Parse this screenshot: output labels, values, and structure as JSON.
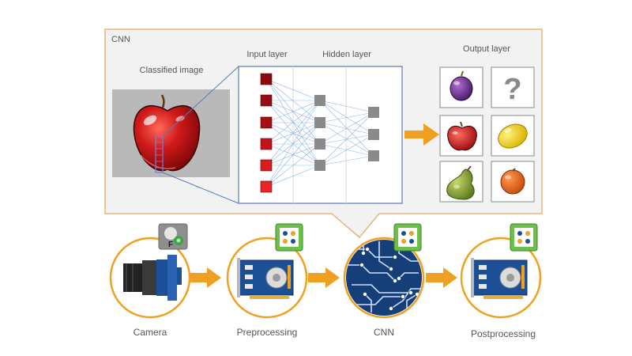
{
  "panel": {
    "title": "CNN",
    "classified_label": "Classified image",
    "input_layer_label": "Input layer",
    "hidden_layer_label": "Hidden layer",
    "output_layer_label": "Output layer",
    "unknown_symbol": "?"
  },
  "pipeline": {
    "stages": [
      "Camera",
      "Preprocessing",
      "CNN",
      "Postprocessing"
    ],
    "camera_badge_letter": "F"
  },
  "colors": {
    "accent_orange": "#f0a020",
    "frame_tan": "#e9b47c",
    "panel_bg": "#f2f2f2",
    "board_blue": "#1c4f96",
    "node_gray": "#8a8a8a",
    "apple_red": "#c8101c",
    "badge_green": "#3aa64a"
  },
  "output_items": [
    {
      "name": "plum",
      "color": "#6a2a8a"
    },
    {
      "name": "unknown",
      "color": "#888888"
    },
    {
      "name": "apple",
      "color": "#c8101c"
    },
    {
      "name": "lemon",
      "color": "#f2d421"
    },
    {
      "name": "pear",
      "color": "#8ea63a"
    },
    {
      "name": "orange",
      "color": "#e8661c"
    }
  ]
}
